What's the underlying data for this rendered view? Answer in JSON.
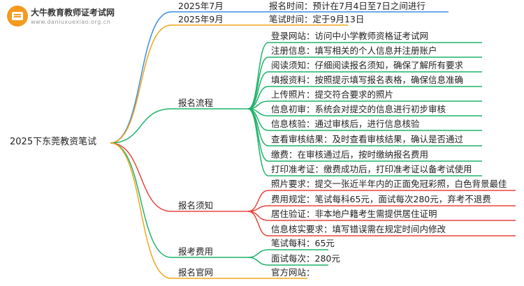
{
  "logo": {
    "title": "大牛教育教师证考试网",
    "url": "www.daniuxuexiao.org.cn"
  },
  "root": "2025下东莞教资笔试",
  "branches": [
    {
      "id": "jul",
      "label": "2025年7月",
      "color": "#3a8ee6",
      "leaves": [
        "报名时间：预计在7月4日至7日之间进行"
      ]
    },
    {
      "id": "sep",
      "label": "2025年9月",
      "color": "#f0a51a",
      "leaves": [
        "笔试时间：定于9月13日"
      ]
    },
    {
      "id": "process",
      "label": "报名流程",
      "color": "#1fb36a",
      "leaves": [
        "登录网站：访问中小学教师资格证考试网",
        "注册信息：填写相关的个人信息并注册账户",
        "阅读须知：仔细阅读报名须知，确保了解所有要求",
        "填报资料：按照提示填写报名表格，确保信息准确",
        "上传照片：提交符合要求的照片",
        "信息初审：系统会对提交的信息进行初步审核",
        "信息核验：通过审核后，进行信息核验",
        "查看审核结果：及时查看审核结果，确认是否通过",
        "缴费：在审核通过后，按时缴纳报名费用",
        "打印准考证：缴费成功后，打印准考证以备考试使用"
      ]
    },
    {
      "id": "notice",
      "label": "报名须知",
      "color": "#e8453c",
      "leaves": [
        "照片要求：提交一张近半年内的正面免冠彩照，白色背景最佳",
        "费用规定：笔试每科65元，面试每次280元，弃考不退费",
        "居住验证：非本地户籍考生需提供居住证明",
        "信息核实要求：填写错误需在规定时间内修改"
      ]
    },
    {
      "id": "fee",
      "label": "报考费用",
      "color": "#1fb36a",
      "leaves": [
        "笔试每科：65元",
        "面试每次：280元"
      ]
    },
    {
      "id": "site",
      "label": "报名官网",
      "color": "#f0a51a",
      "leaves": [
        "官方网站："
      ]
    }
  ]
}
